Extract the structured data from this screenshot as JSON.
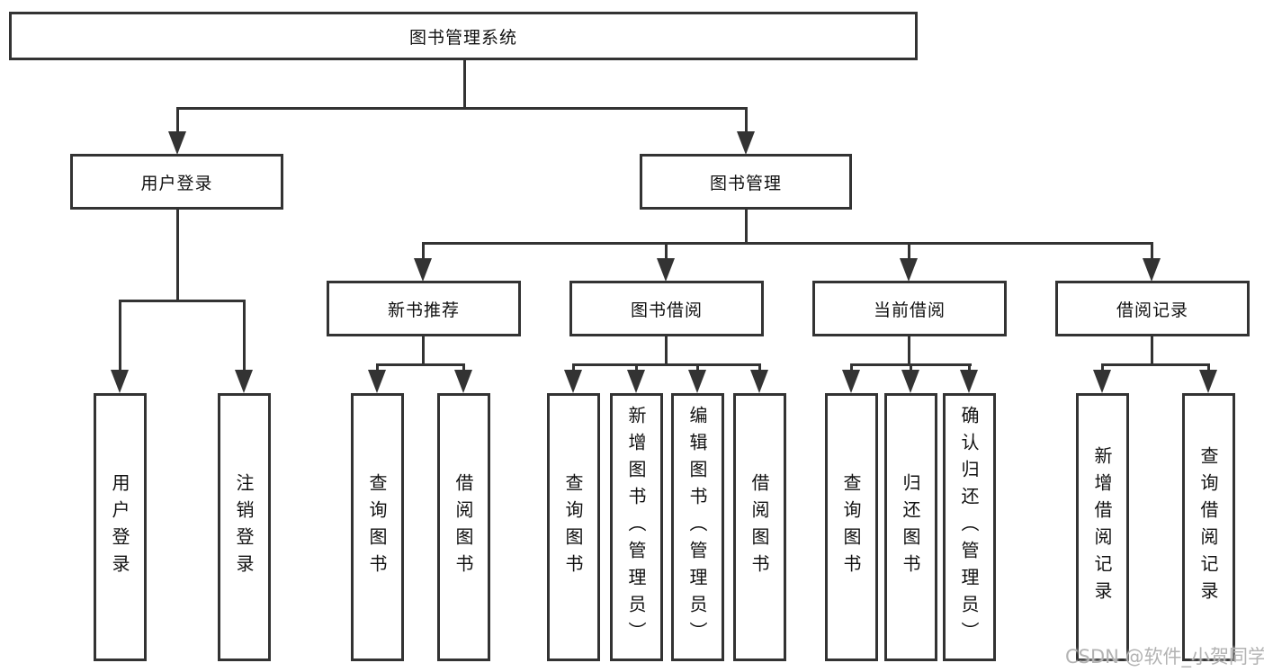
{
  "title": "图书管理系统",
  "nodes": {
    "user_login": {
      "label": "用户登录",
      "children": {
        "login": "用户登录",
        "logout": "注销登录"
      }
    },
    "book_mgmt": {
      "label": "图书管理",
      "sections": {
        "new_books": {
          "label": "新书推荐",
          "children": {
            "query": "查询图书",
            "borrow": "借阅图书"
          }
        },
        "book_borrow": {
          "label": "图书借阅",
          "children": {
            "query": "查询图书",
            "add": "新增图书（管理员）",
            "edit": "编辑图书（管理员）",
            "borrow": "借阅图书"
          }
        },
        "current_borrow": {
          "label": "当前借阅",
          "children": {
            "query": "查询图书",
            "return": "归还图书",
            "confirm": "确认归还（管理员）"
          }
        },
        "borrow_records": {
          "label": "借阅记录",
          "children": {
            "add": "新增借阅记录",
            "query": "查询借阅记录"
          }
        }
      }
    }
  },
  "watermark": "CSDN @软件_小贺同学",
  "colors": {
    "line": "#333333",
    "text": "#111111",
    "watermark": "#b3b3b3",
    "background": "#ffffff"
  }
}
